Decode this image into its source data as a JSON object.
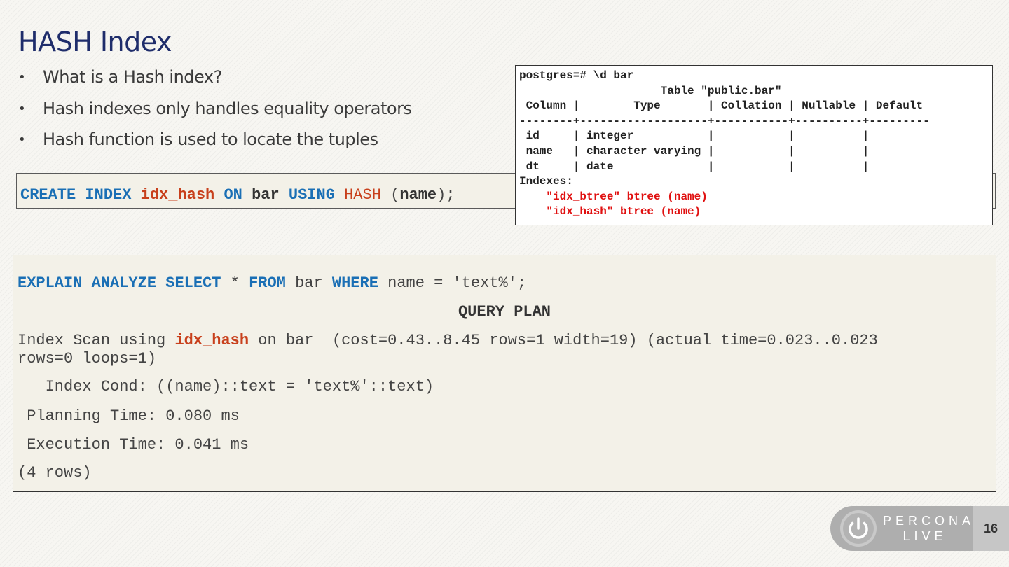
{
  "slide": {
    "title": "HASH Index",
    "bullets": [
      "What is a Hash index?",
      "Hash indexes only handles equality operators",
      "Hash function is used to locate the tuples"
    ],
    "page_number": "16"
  },
  "create_stmt": {
    "kw_create": "CREATE",
    "kw_index": "INDEX",
    "index_name": "idx_hash",
    "kw_on": "ON",
    "table": "bar",
    "kw_using": "USING",
    "method": "HASH",
    "open_paren": "(",
    "column": "name",
    "close": ");"
  },
  "psql": {
    "lines": [
      "postgres=# \\d bar",
      "                     Table \"public.bar\"",
      " Column |        Type       | Collation | Nullable | Default",
      "--------+-------------------+-----------+----------+---------",
      " id     | integer           |           |          |",
      " name   | character varying |           |          |",
      " dt     | date              |           |          |",
      "Indexes:"
    ],
    "indexes": [
      "    \"idx_btree\" btree (name)",
      "    \"idx_hash\" btree (name)"
    ]
  },
  "explain": {
    "kw_explain": "EXPLAIN",
    "kw_analyze": "ANALYZE",
    "kw_select": "SELECT",
    "star": "*",
    "kw_from": "FROM",
    "table": "bar",
    "kw_where": "WHERE",
    "condition": "name = 'text%';",
    "plan_header": "QUERY PLAN",
    "scan_prefix": "Index Scan using ",
    "scan_index": "idx_hash",
    "scan_rest": " on bar  (cost=0.43..8.45 rows=1 width=19) (actual time=0.023..0.023",
    "scan_wrap": "rows=0 loops=1)",
    "index_cond": "   Index Cond: ((name)::text = 'text%'::text)",
    "planning_time": " Planning Time: 0.080 ms",
    "execution_time": " Execution Time: 0.041 ms",
    "row_count": "(4 rows)"
  },
  "brand": {
    "line1": "PERCONA",
    "line2": "LIVE",
    "icon": "power-icon"
  }
}
